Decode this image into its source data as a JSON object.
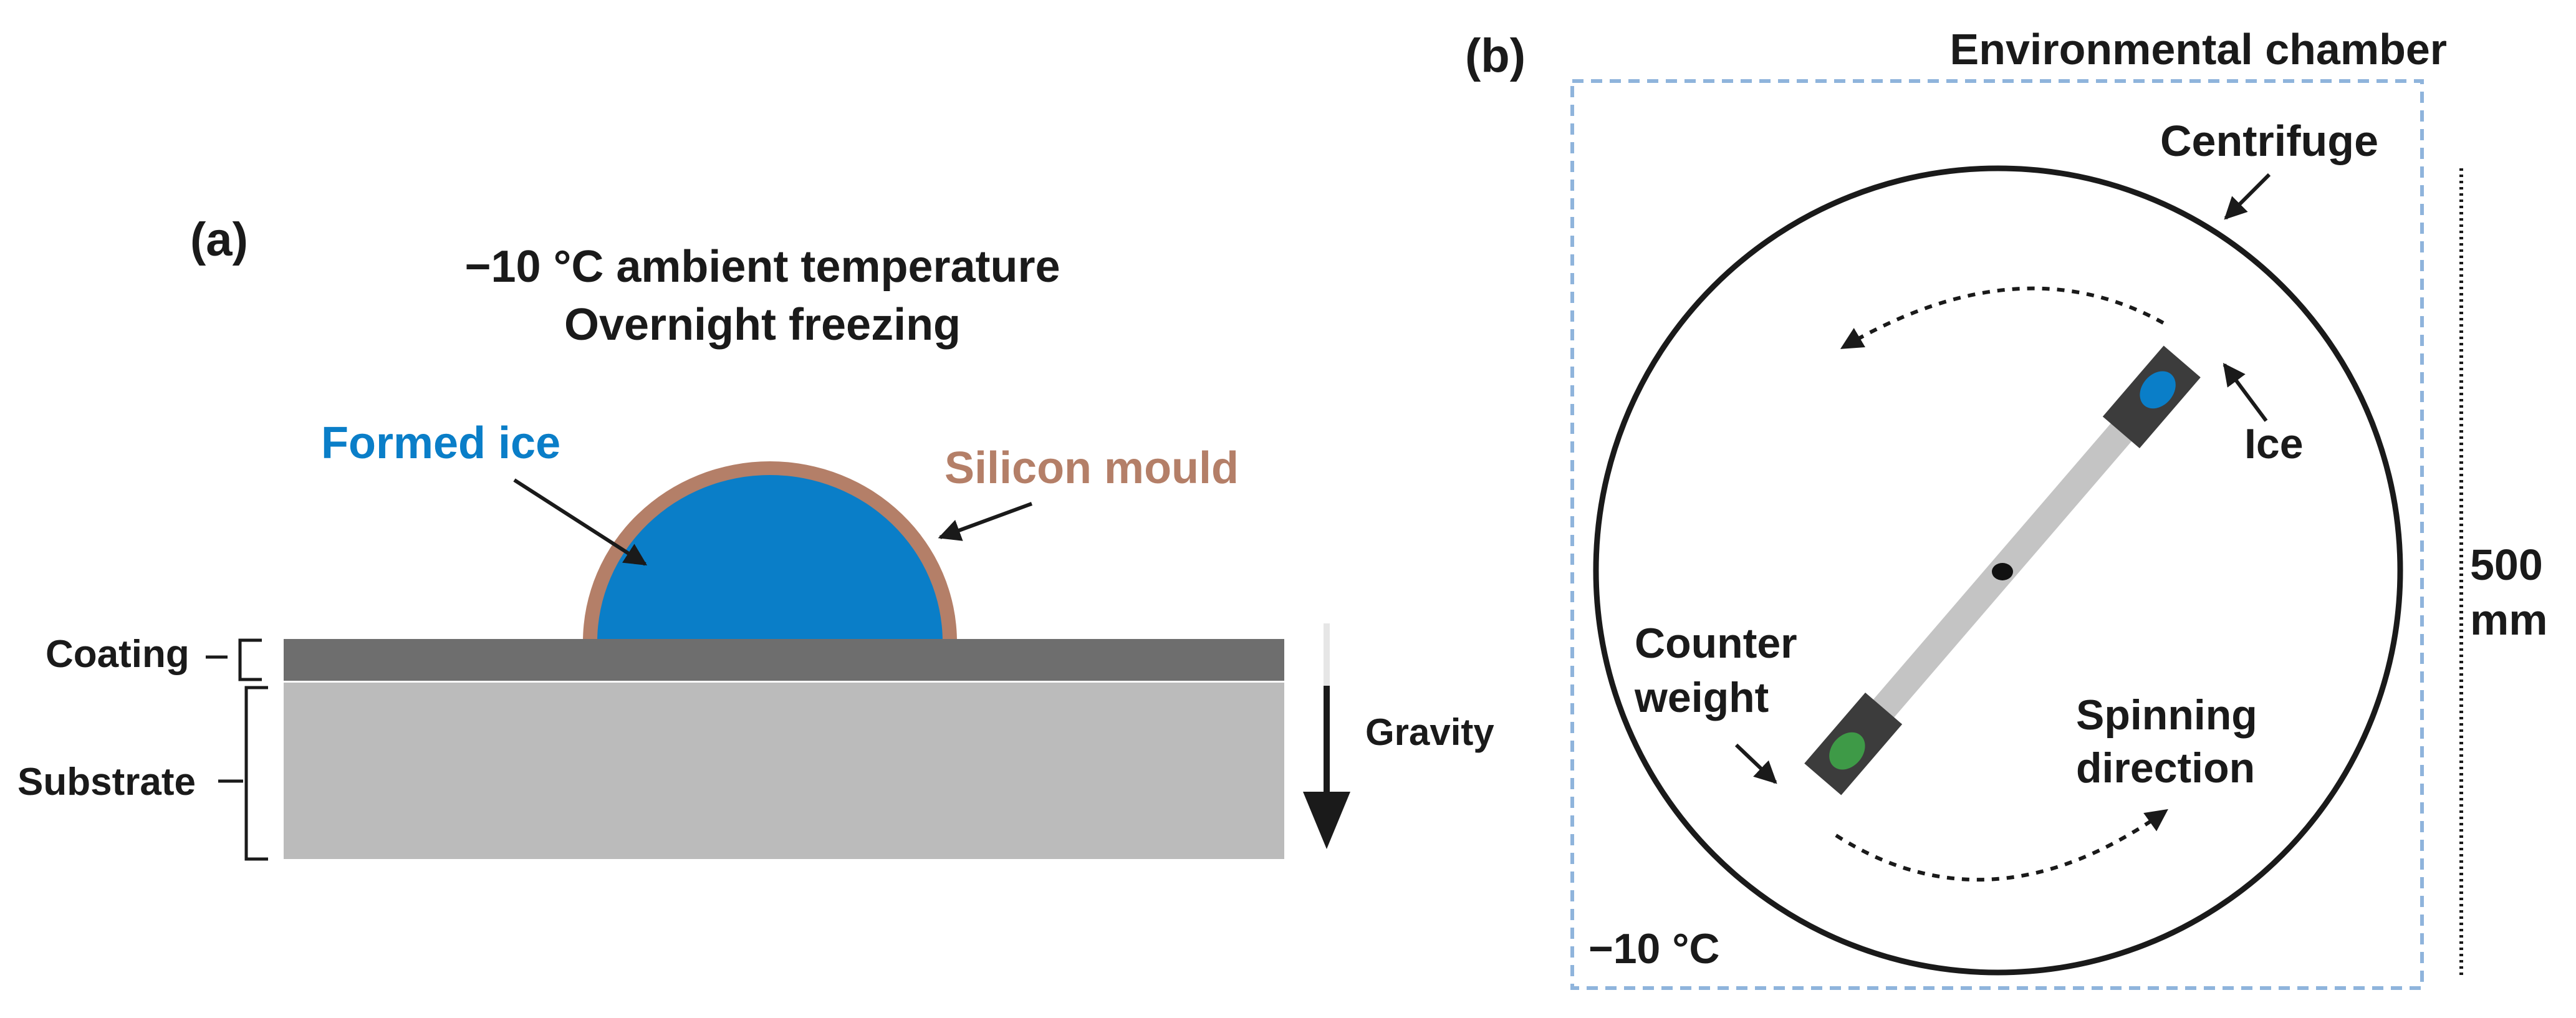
{
  "panel_a": {
    "tag": "(a)",
    "ambient_line1": "−10 °C ambient temperature",
    "ambient_line2": "Overnight freezing",
    "formed_ice": "Formed ice",
    "silicon_mould": "Silicon mould",
    "coating": "Coating",
    "substrate": "Substrate",
    "gravity": "Gravity"
  },
  "panel_b": {
    "tag": "(b)",
    "environmental_chamber": "Environmental chamber",
    "centrifuge": "Centrifuge",
    "ice": "Ice",
    "counter_weight_line1": "Counter",
    "counter_weight_line2": "weight",
    "spinning_line1": "Spinning",
    "spinning_line2": "direction",
    "temperature": "−10 °C",
    "size_value": "500",
    "size_unit": "mm"
  },
  "colors": {
    "ice": "#0a7ec8",
    "mould": "#b47f68",
    "coating": "#6e6e6e",
    "substrate": "#bbbbbb",
    "arm": "#c4c4c4",
    "arm_end": "#3c3c3c",
    "counter_weight": "#3e9a47",
    "chamber_border": "#8fb4dc"
  }
}
